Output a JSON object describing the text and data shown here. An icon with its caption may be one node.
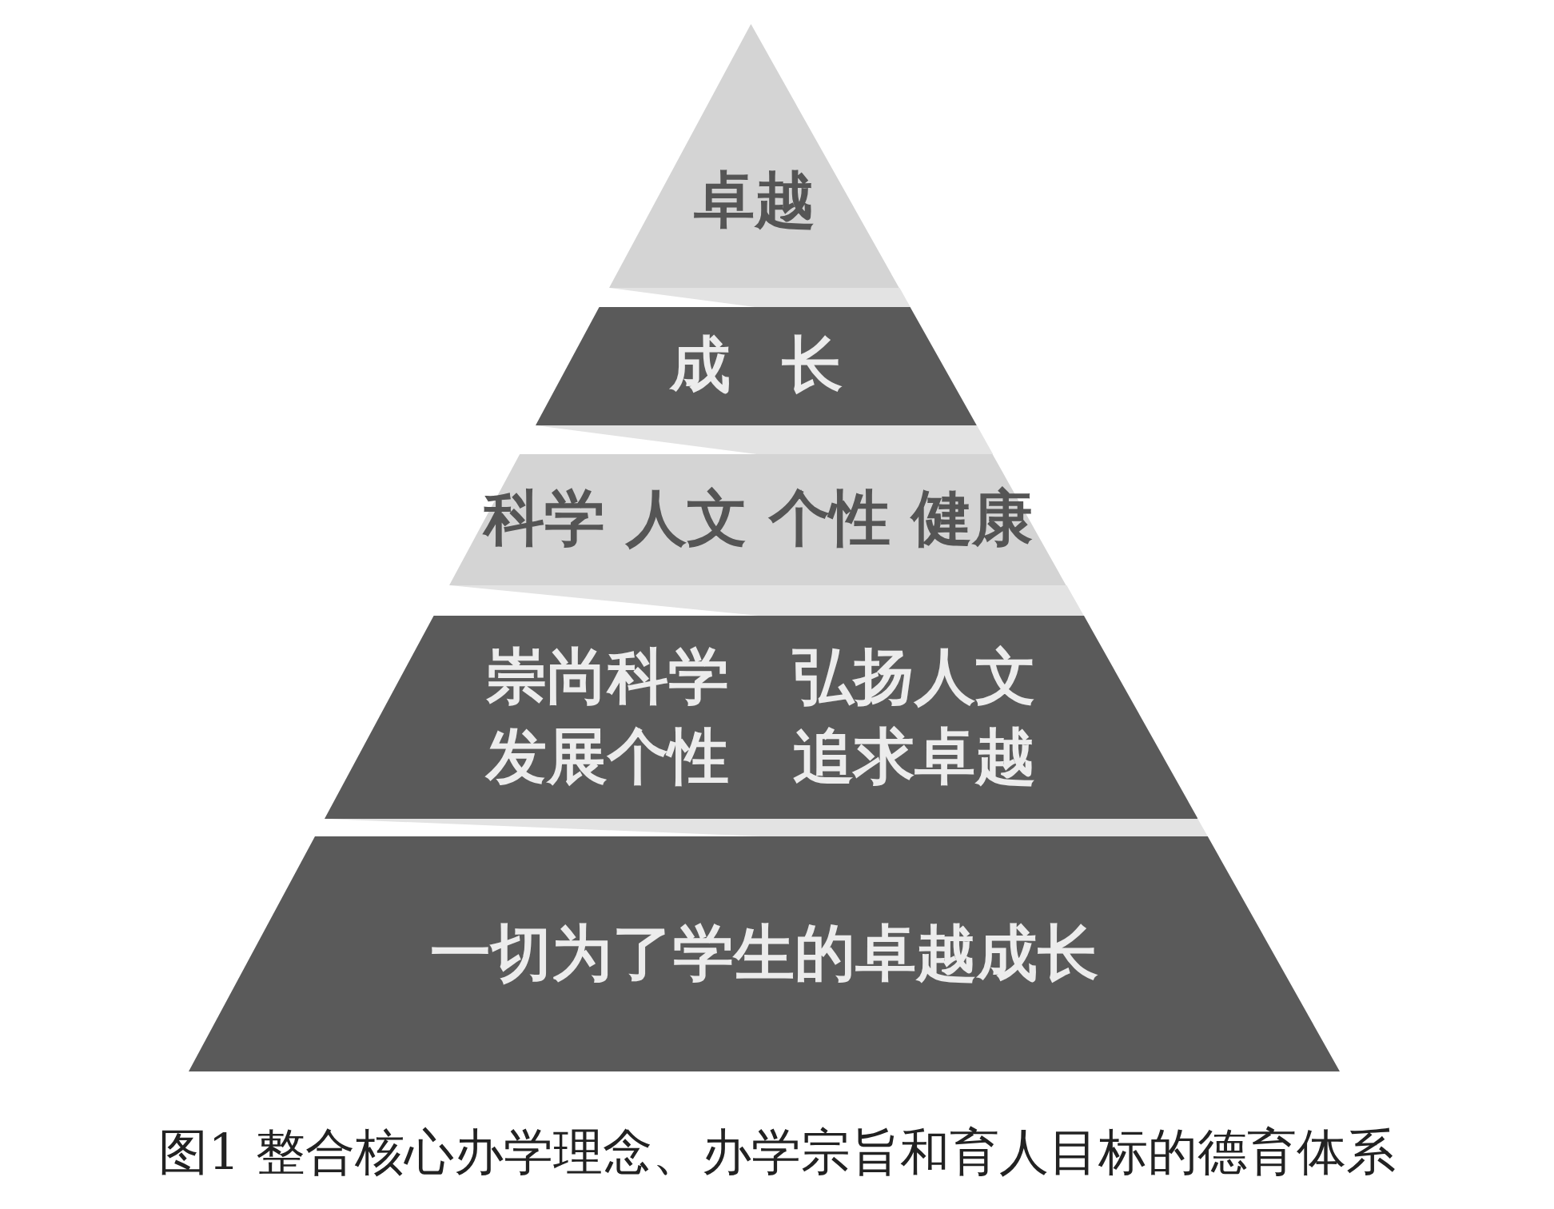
{
  "diagram": {
    "caption": "图1 整合核心办学理念、办学宗旨和育人目标的德育体系",
    "nodes": [
      {
        "text": [
          "卓越"
        ]
      },
      {
        "text": [
          "成 长"
        ]
      },
      {
        "text": [
          "科学 人文 个性 健康"
        ]
      },
      {
        "text": [
          "崇尚科学 弘扬人文",
          "发展个性 追求卓越"
        ]
      },
      {
        "text": [
          "一切为了学生的卓越成长"
        ]
      }
    ]
  }
}
